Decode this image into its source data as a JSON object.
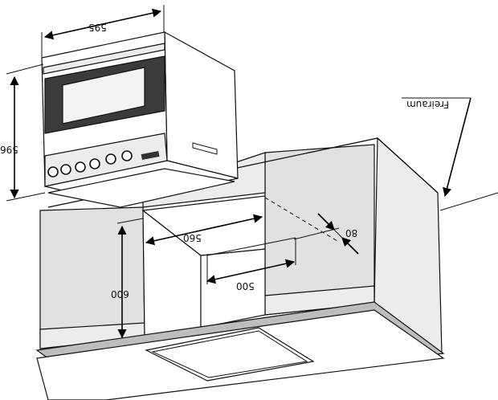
{
  "labels": {
    "oven_width": "595",
    "oven_height": "596",
    "niche_width": "560",
    "niche_depth": "500",
    "niche_height": "600",
    "vent_gap": "80",
    "free_space": "Freiraum"
  },
  "colors": {
    "line": "#111111",
    "panel": "#e1e1e1",
    "dark_glass": "#3b3b3b",
    "countertop_edge": "#bdbdbd"
  }
}
